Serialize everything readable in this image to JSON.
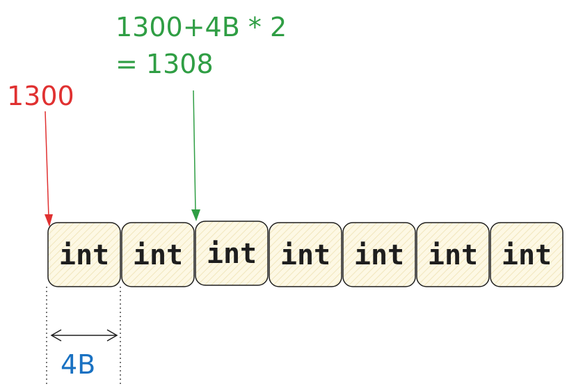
{
  "colors": {
    "base": "#e03131",
    "offset": "#2f9e44",
    "size": "#1971c2",
    "cell_fill": "#fdf8e4",
    "cell_hatch": "#f1e6bd",
    "ink": "#1e1e1e"
  },
  "labels": {
    "base_address": "1300",
    "formula_line1": "1300+4B * 2",
    "formula_line2": "= 1308",
    "element_size": "4B"
  },
  "array": {
    "cells": [
      {
        "label": "int"
      },
      {
        "label": "int"
      },
      {
        "label": "int"
      },
      {
        "label": "int"
      },
      {
        "label": "int"
      },
      {
        "label": "int"
      },
      {
        "label": "int"
      }
    ]
  }
}
